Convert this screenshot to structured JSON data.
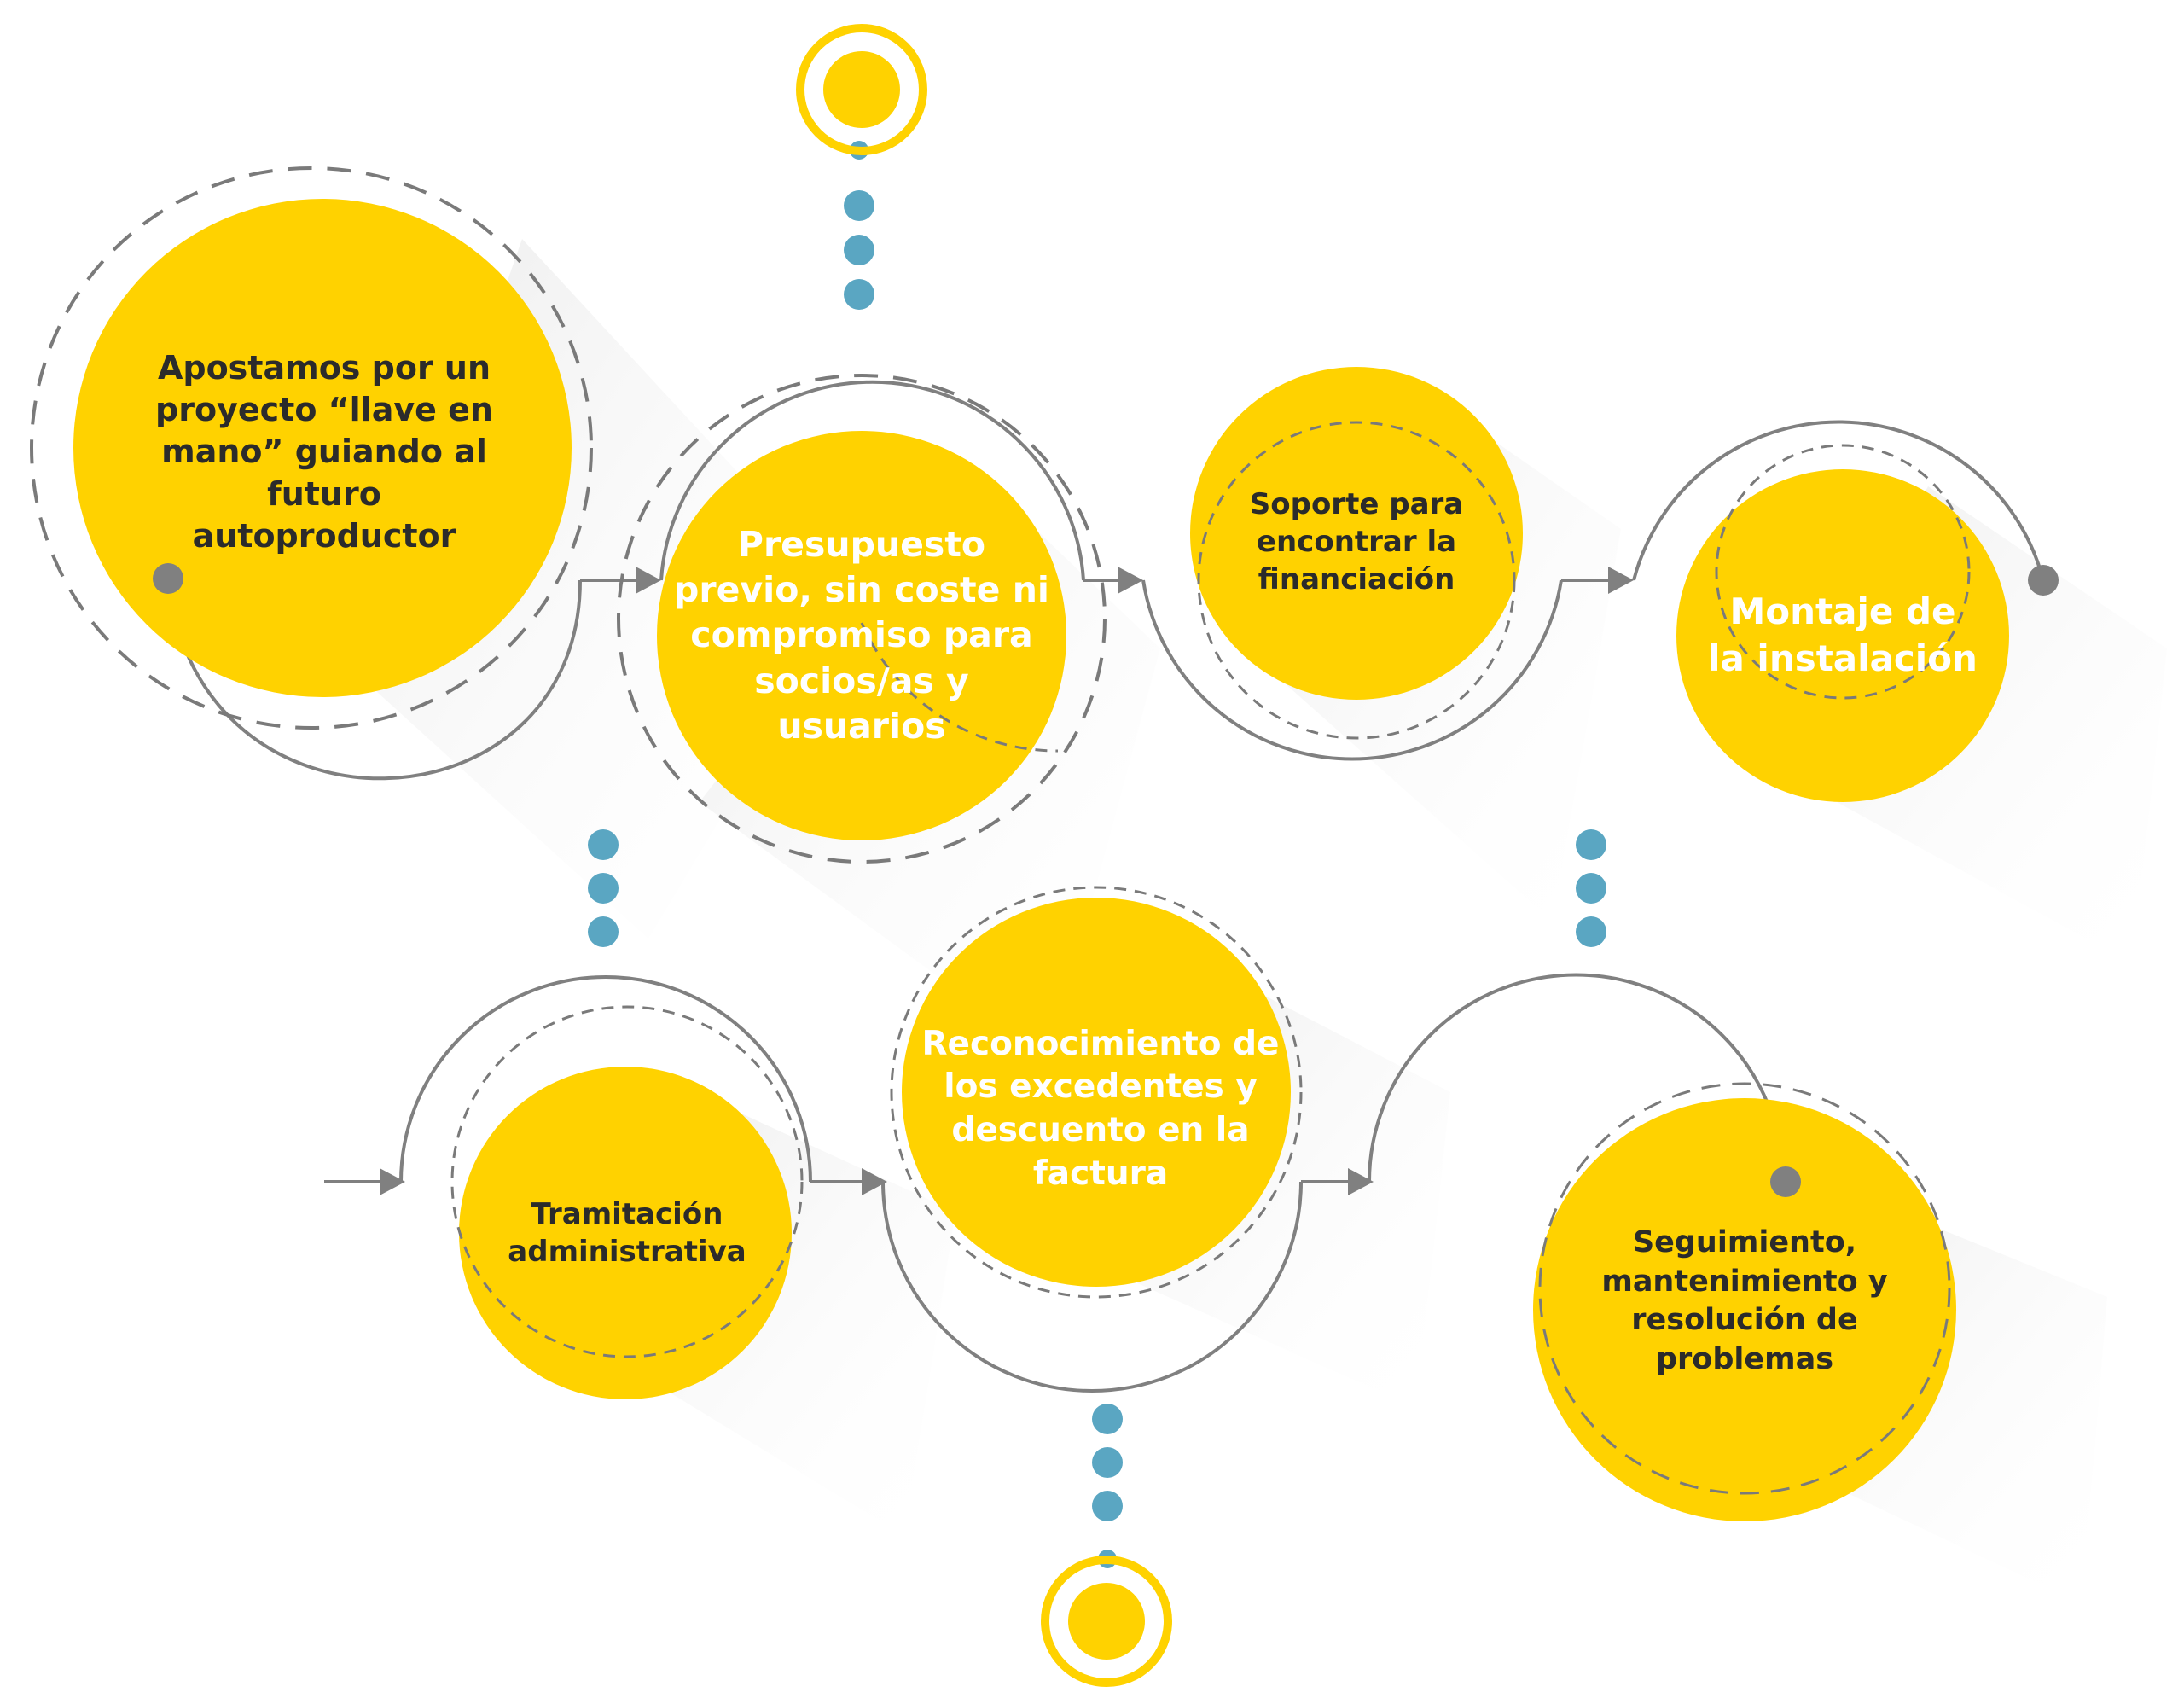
{
  "colors": {
    "circle": "#FFD200",
    "ring": "#FFD200",
    "dot": "#5AA6C2",
    "line": "#808080",
    "dash": "#7a7a7a",
    "shadow": "#e6e6e6",
    "text_dark": "#2b2b2b",
    "text_light": "#ffffff"
  },
  "steps": [
    {
      "text": "Apostamos por un proyecto “llave en mano” guiando al futuro autoproductor",
      "text_color": "dark"
    },
    {
      "text": "Presupuesto previo, sin coste ni compromiso para socios/as y usuarios",
      "text_color": "light"
    },
    {
      "text": "Soporte para encontrar la financiación",
      "text_color": "dark"
    },
    {
      "text": "Montaje de la instalación",
      "text_color": "light"
    },
    {
      "text": "Tramitación administrativa",
      "text_color": "dark"
    },
    {
      "text": "Reconocimiento de los excedentes y descuento en la factura",
      "text_color": "light"
    },
    {
      "text": "Seguimiento, mantenimiento y resolución de problemas",
      "text_color": "dark"
    }
  ],
  "icons": {
    "start": "ring-dot-icon",
    "end": "ring-dot-icon",
    "arrow": "arrow-right-icon"
  }
}
